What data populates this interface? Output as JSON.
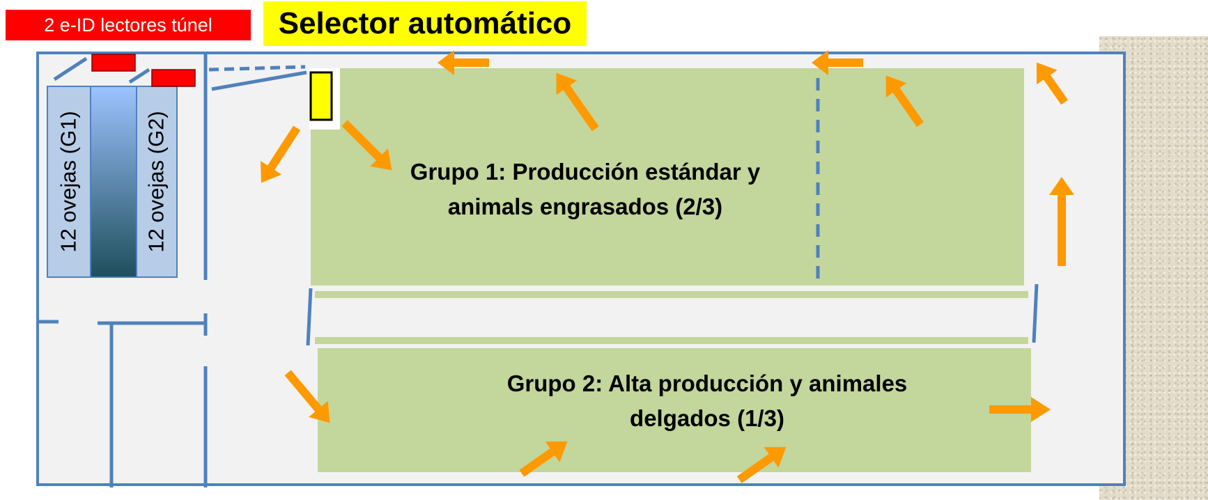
{
  "labels": {
    "readers": "2 e-ID lectores túnel",
    "selector": "Selector automático"
  },
  "pens": {
    "group1": "Grupo 1: Producción estándar y animals engrasados (2/3)",
    "group2": "Grupo 2: Alta producción y animales delgados (1/3)"
  },
  "ewes": {
    "g1": "12 ovejas (G1)",
    "g2": "12 ovejas (G2)"
  },
  "colors": {
    "wall": "#4f81bd",
    "pen": "#c3d69b",
    "arrow": "#ff9900",
    "reader": "#ff0000",
    "selector": "#ffff00"
  }
}
